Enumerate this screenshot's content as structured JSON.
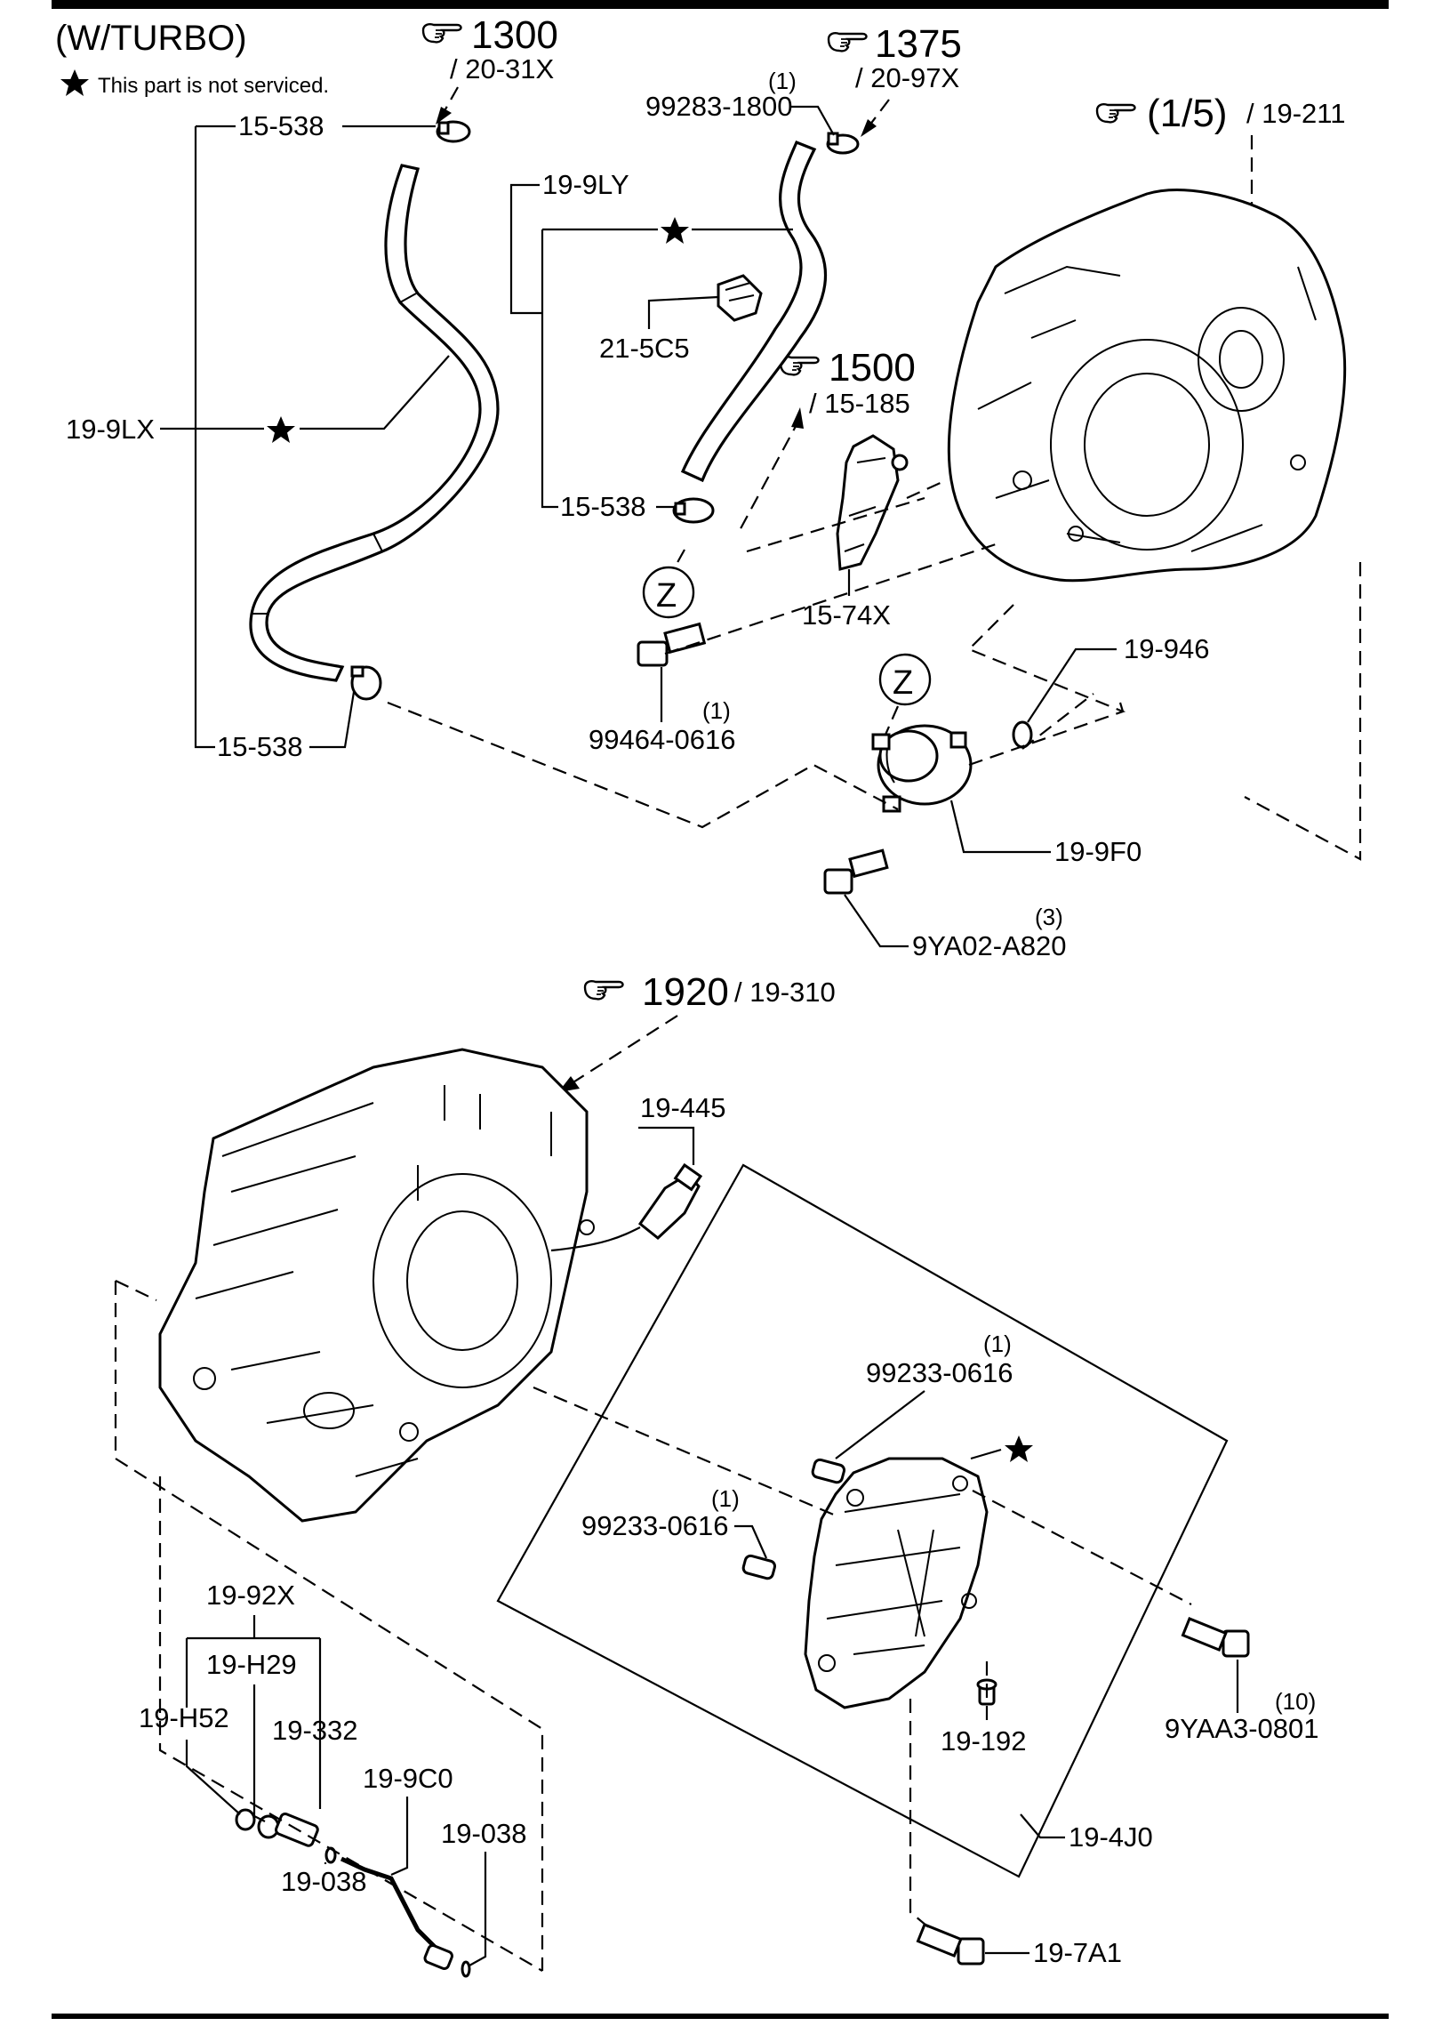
{
  "header": {
    "title": "(W/TURBO)",
    "note": "This part is not serviced."
  },
  "refs": {
    "r1300": {
      "num": "1300",
      "sub": "/ 20-31X"
    },
    "r1375": {
      "num": "1375",
      "sub": "/ 20-97X"
    },
    "r15": {
      "num": "(1/5)",
      "sub": "/ 19-211"
    },
    "r1500": {
      "num": "1500",
      "sub": "/ 15-185"
    },
    "r1920": {
      "num": "1920",
      "sub": "/ 19-310"
    }
  },
  "parts": {
    "p15538a": "15-538",
    "p199ly": "19-9LY",
    "p99283": "99283-1800",
    "q99283": "(1)",
    "p215c5": "21-5C5",
    "p199lx": "19-9LX",
    "p15538b": "15-538",
    "pz1": "Z",
    "p1574x": "15-74X",
    "p99464": "99464-0616",
    "q99464": "(1)",
    "p15538c": "15-538",
    "p19946": "19-946",
    "pz2": "Z",
    "p199f0": "19-9F0",
    "p9ya02": "9YA02-A820",
    "q9ya02": "(3)",
    "p19445": "19-445",
    "p99233a": "99233-0616",
    "q99233a": "(1)",
    "p99233b": "99233-0616",
    "q99233b": "(1)",
    "p1992x": "19-92X",
    "p19h29": "19-H29",
    "p19h52": "19-H52",
    "p19332": "19-332",
    "p199c0": "19-9C0",
    "p19038a": "19-038",
    "p19038b": "19-038",
    "p19192": "19-192",
    "p9yaa3": "9YAA3-0801",
    "q9yaa3": "(10)",
    "p194j0": "19-4J0",
    "p197a1": "19-7A1"
  }
}
